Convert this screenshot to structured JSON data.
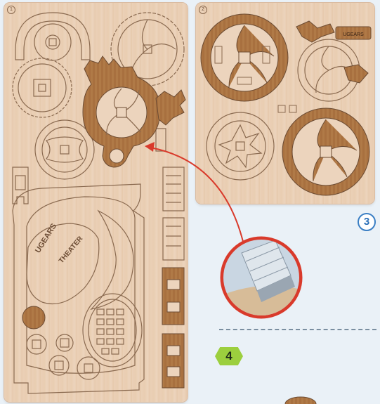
{
  "steps": {
    "step_3": "3",
    "step_4": "4"
  },
  "boards": {
    "left_number": "1",
    "right_number": "2"
  },
  "part_labels": {
    "logo": "UGEARS",
    "theater": "THEATER"
  },
  "colors": {
    "background": "#eaf1f7",
    "wood_light": "#ead0b7",
    "wood_dark": "#a8703f",
    "cut_line": "#8a6a50",
    "arrow": "#d93a2b",
    "step_circle": "#3b7fc4",
    "step_hex": "#9ccf3e"
  },
  "icons": {
    "cutter": "utility-knife-icon",
    "arrow": "curved-arrow-icon"
  }
}
